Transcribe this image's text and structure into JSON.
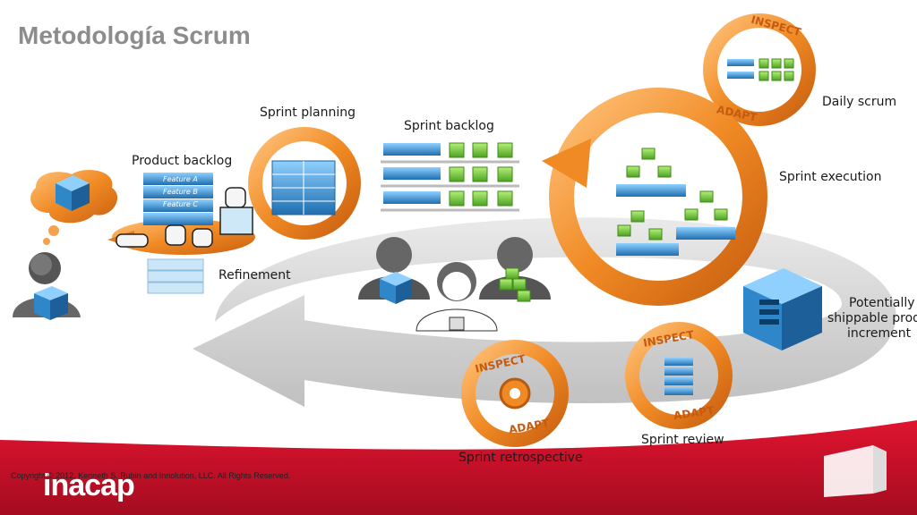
{
  "slide": {
    "title": "Metodología Scrum",
    "copyright": "Copyright © 2012, Kenneth S. Rubin and Innolution, LLC. All Rights Reserved.",
    "logo_text": "inacap"
  },
  "diagram": {
    "labels": {
      "product_backlog": "Product backlog",
      "sprint_planning": "Sprint planning",
      "sprint_backlog": "Sprint backlog",
      "daily_scrum": "Daily scrum",
      "sprint_execution": "Sprint execution",
      "refinement": "Refinement",
      "potentially_line1": "Potentially",
      "potentially_line2": "shippable product",
      "potentially_line3": "increment",
      "sprint_review": "Sprint review",
      "sprint_retrospective": "Sprint retrospective"
    },
    "features": [
      "Feature A",
      "Feature B",
      "Feature C"
    ],
    "cycle_words": {
      "inspect": "INSPECT",
      "adapt": "ADAPT"
    }
  },
  "colors": {
    "accent_orange": "#f08a24",
    "footer_red": "#c8102e",
    "title_gray": "#8c8c8c",
    "item_blue": "#2f86c8",
    "item_green": "#6cc43a"
  }
}
